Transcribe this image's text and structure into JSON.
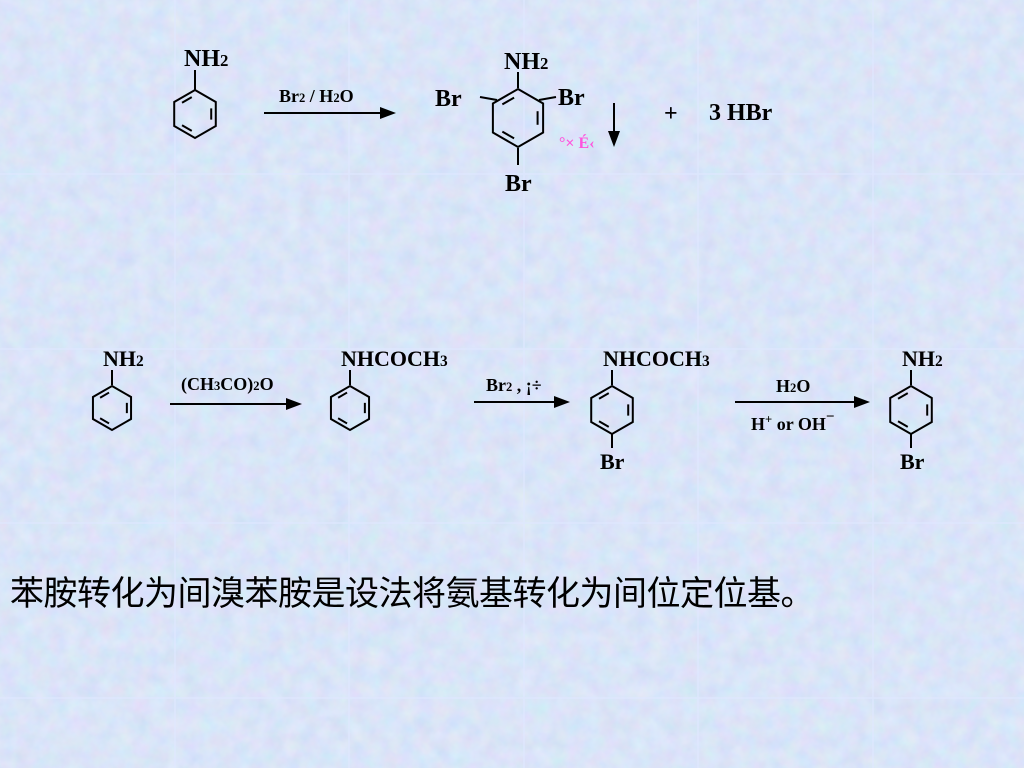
{
  "reaction1": {
    "reactant": {
      "group": "NH",
      "group_sub": "2"
    },
    "reagent": {
      "a": "Br",
      "a_sub": "2",
      "sep": " / H",
      "b_sub": "2",
      "b": "O"
    },
    "product": {
      "group": "NH",
      "group_sub": "2",
      "br_left": "Br",
      "br_right": "Br",
      "br_bottom": "Br"
    },
    "precipitate_glyphs": "°× É‹",
    "plus": "+",
    "byproduct": "3  HBr"
  },
  "reaction2": {
    "s1": {
      "group": "NH",
      "group_sub": "2"
    },
    "r1": {
      "a": "(CH",
      "a_sub": "3",
      "b": "CO)",
      "b_sub": "2",
      "c": "O"
    },
    "s2": {
      "group": "NHCOCH",
      "group_sub": "3"
    },
    "r2": {
      "a": "Br",
      "a_sub": "2",
      "b": " , ¡÷"
    },
    "s3": {
      "group": "NHCOCH",
      "group_sub": "3",
      "para": "Br"
    },
    "r3": {
      "top_a": "H",
      "top_sub": "2",
      "top_b": "O",
      "bottom_a": "H",
      "bottom_sup": "+",
      "bottom_b": " or OH",
      "bottom_sup2": "−"
    },
    "s4": {
      "group": "NH",
      "group_sub": "2",
      "para": "Br"
    }
  },
  "caption": "苯胺转化为间溴苯胺是设法将氨基转化为间位定位基。",
  "colors": {
    "background": "#b9cbf0",
    "tile_line": "#dfe8ff",
    "text": "#000000",
    "annotation": "#ff55dd"
  }
}
